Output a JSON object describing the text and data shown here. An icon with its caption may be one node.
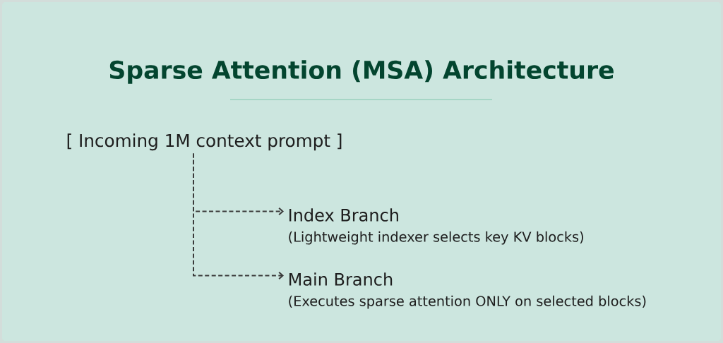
{
  "diagram": {
    "title": "Sparse Attention (MSA) Architecture",
    "nodes": [
      {
        "text": [
          "[ Incoming 1M context prompt ]"
        ]
      },
      {
        "text": [
          "Index Branch",
          "(Lightweight indexer selects key KV blocks)"
        ]
      },
      {
        "text": [
          "Main Branch",
          "(Executes sparse attention ONLY on selected blocks)"
        ]
      }
    ],
    "edges": [
      {
        "from": 0,
        "to": 1,
        "arrow": "to",
        "style": "dashed"
      },
      {
        "from": 0,
        "to": 2,
        "arrow": "to",
        "style": "dashed"
      }
    ]
  }
}
